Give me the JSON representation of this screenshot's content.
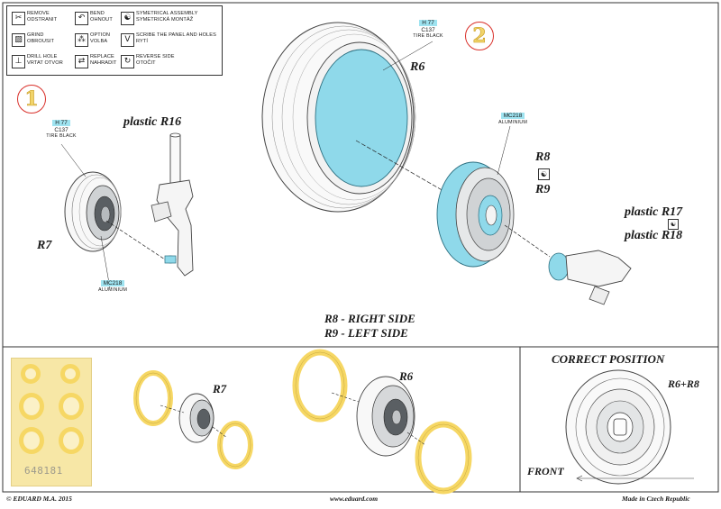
{
  "legend": [
    {
      "icon": "remove-icon",
      "glyph": "✂",
      "line1": "REMOVE",
      "line2": "ODSTRANIT"
    },
    {
      "icon": "bend-icon",
      "glyph": "↶",
      "line1": "BEND",
      "line2": "OHNOUT"
    },
    {
      "icon": "symmetrical-assembly-icon",
      "glyph": "☯",
      "line1": "SYMETRICAL ASSEMBLY",
      "line2": "SYMETRICKÁ MONTÁŽ"
    },
    {
      "icon": "grind-icon",
      "glyph": "▨",
      "line1": "GRIND",
      "line2": "OBROUSIT"
    },
    {
      "icon": "option-icon",
      "glyph": "⁂",
      "line1": "OPTION",
      "line2": "VOLBA"
    },
    {
      "icon": "scribe-icon",
      "glyph": "V",
      "line1": "SCRIBE THE PANEL AND HOLES",
      "line2": "RYTÍ"
    },
    {
      "icon": "drill-hole-icon",
      "glyph": "⊥",
      "line1": "DRILL HOLE",
      "line2": "VRTAT OTVOR"
    },
    {
      "icon": "replace-icon",
      "glyph": "⇄",
      "line1": "REPLACE",
      "line2": "NAHRADIT"
    },
    {
      "icon": "reverse-side-icon",
      "glyph": "↻",
      "line1": "REVERSE SIDE",
      "line2": "OTOČIT"
    }
  ],
  "steps": {
    "step1": "1",
    "step2": "2"
  },
  "paints": {
    "tire1": {
      "code": "H 77",
      "code2": "C137",
      "desc": "TIRE BLACK"
    },
    "tire2": {
      "code": "H 77",
      "code2": "C137",
      "desc": "TIRE BLACK"
    },
    "alu1": {
      "code": "MC218",
      "desc": "ALUMINIUM"
    },
    "alu2": {
      "code": "MC218",
      "desc": "ALUMINIUM"
    }
  },
  "labels": {
    "plastic_r16": "plastic R16",
    "r7": "R7",
    "r6": "R6",
    "r8": "R8",
    "r9": "R9",
    "plastic_r17": "plastic R17",
    "plastic_r18": "plastic R18",
    "r7_lower": "R7",
    "r6_lower": "R6",
    "r6_r8": "R6+R8",
    "correct_position": "CORRECT POSITION",
    "front": "FRONT"
  },
  "side_notes": {
    "line1": "R8 - RIGHT SIDE",
    "line2": "R9 - LEFT SIDE"
  },
  "mask_sheet_code": "648181",
  "footer": {
    "left": "© EDUARD  M.A. 2015",
    "center": "www.eduard.com",
    "right": "Made in Czech Republic"
  },
  "colors": {
    "paint_highlight": "#9ee3f0",
    "part_blue": "#8fd9ea",
    "mask_yellow": "#f6d764",
    "step_red": "#d9302a"
  }
}
